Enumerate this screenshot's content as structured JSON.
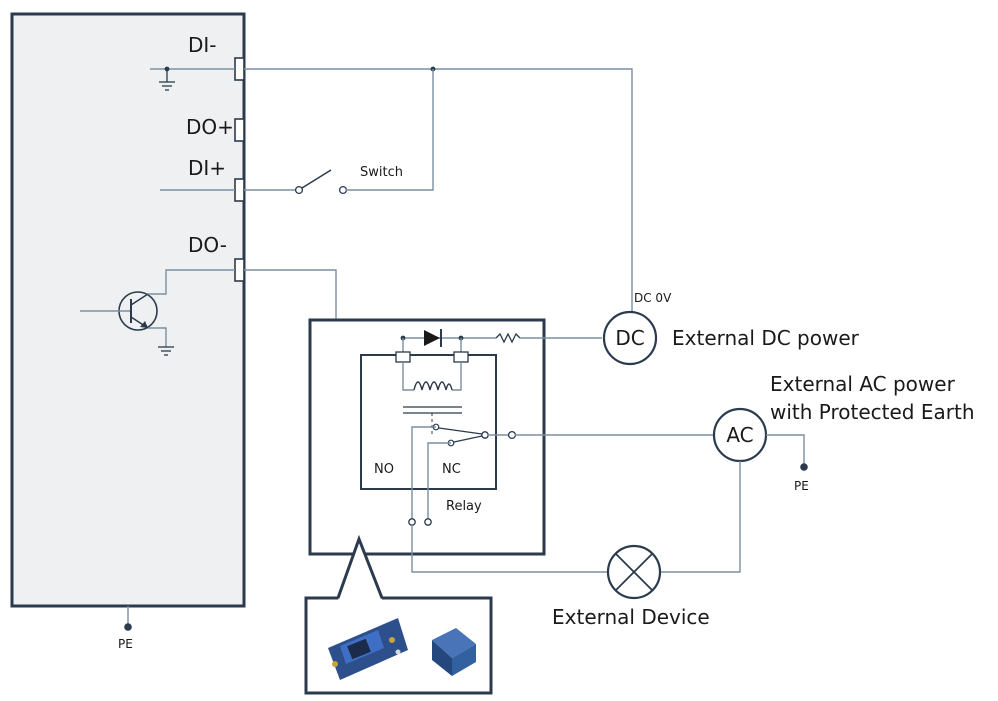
{
  "terminals": {
    "di_minus": "DI-",
    "do_plus": "DO+",
    "di_plus": "DI+",
    "do_minus": "DO-"
  },
  "switch_label": "Switch",
  "dc": {
    "symbol": "DC",
    "voltage_label": "DC 0V",
    "caption": "External DC power"
  },
  "ac": {
    "symbol": "AC",
    "caption_line1": "External AC power",
    "caption_line2": "with Protected Earth"
  },
  "relay": {
    "label": "Relay",
    "no_label": "NO",
    "nc_label": "NC"
  },
  "device_caption": "External Device",
  "pe_label": "PE",
  "colors": {
    "panel_fill": "#eef0f2",
    "panel_border": "#2b3a4d",
    "wire": "#7a8fa3"
  }
}
